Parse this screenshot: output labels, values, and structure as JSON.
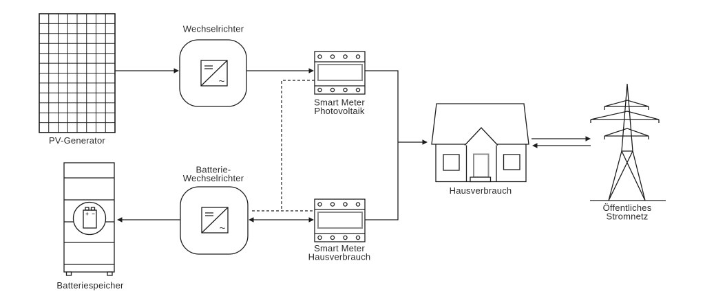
{
  "diagram": {
    "labels": {
      "pv_generator": "PV-Generator",
      "inverter": "Wechselrichter",
      "smart_meter_pv_line1": "Smart Meter",
      "smart_meter_pv_line2": "Photovoltaik",
      "battery_inverter_line1": "Batterie-",
      "battery_inverter_line2": "Wechselrichter",
      "smart_meter_house_line1": "Smart Meter",
      "smart_meter_house_line2": "Hausverbrauch",
      "house": "Hausverbrauch",
      "grid_line1": "Öffentliches",
      "grid_line2": "Stromnetz",
      "battery_storage": "Batteriespeicher"
    },
    "symbols": {
      "ac": "~",
      "plus": "+",
      "minus": "−"
    },
    "colors": {
      "stroke": "#1c1c1c",
      "muted_gray": "#8c8c8c",
      "text": "#2a2a2a",
      "background": "#ffffff"
    }
  }
}
